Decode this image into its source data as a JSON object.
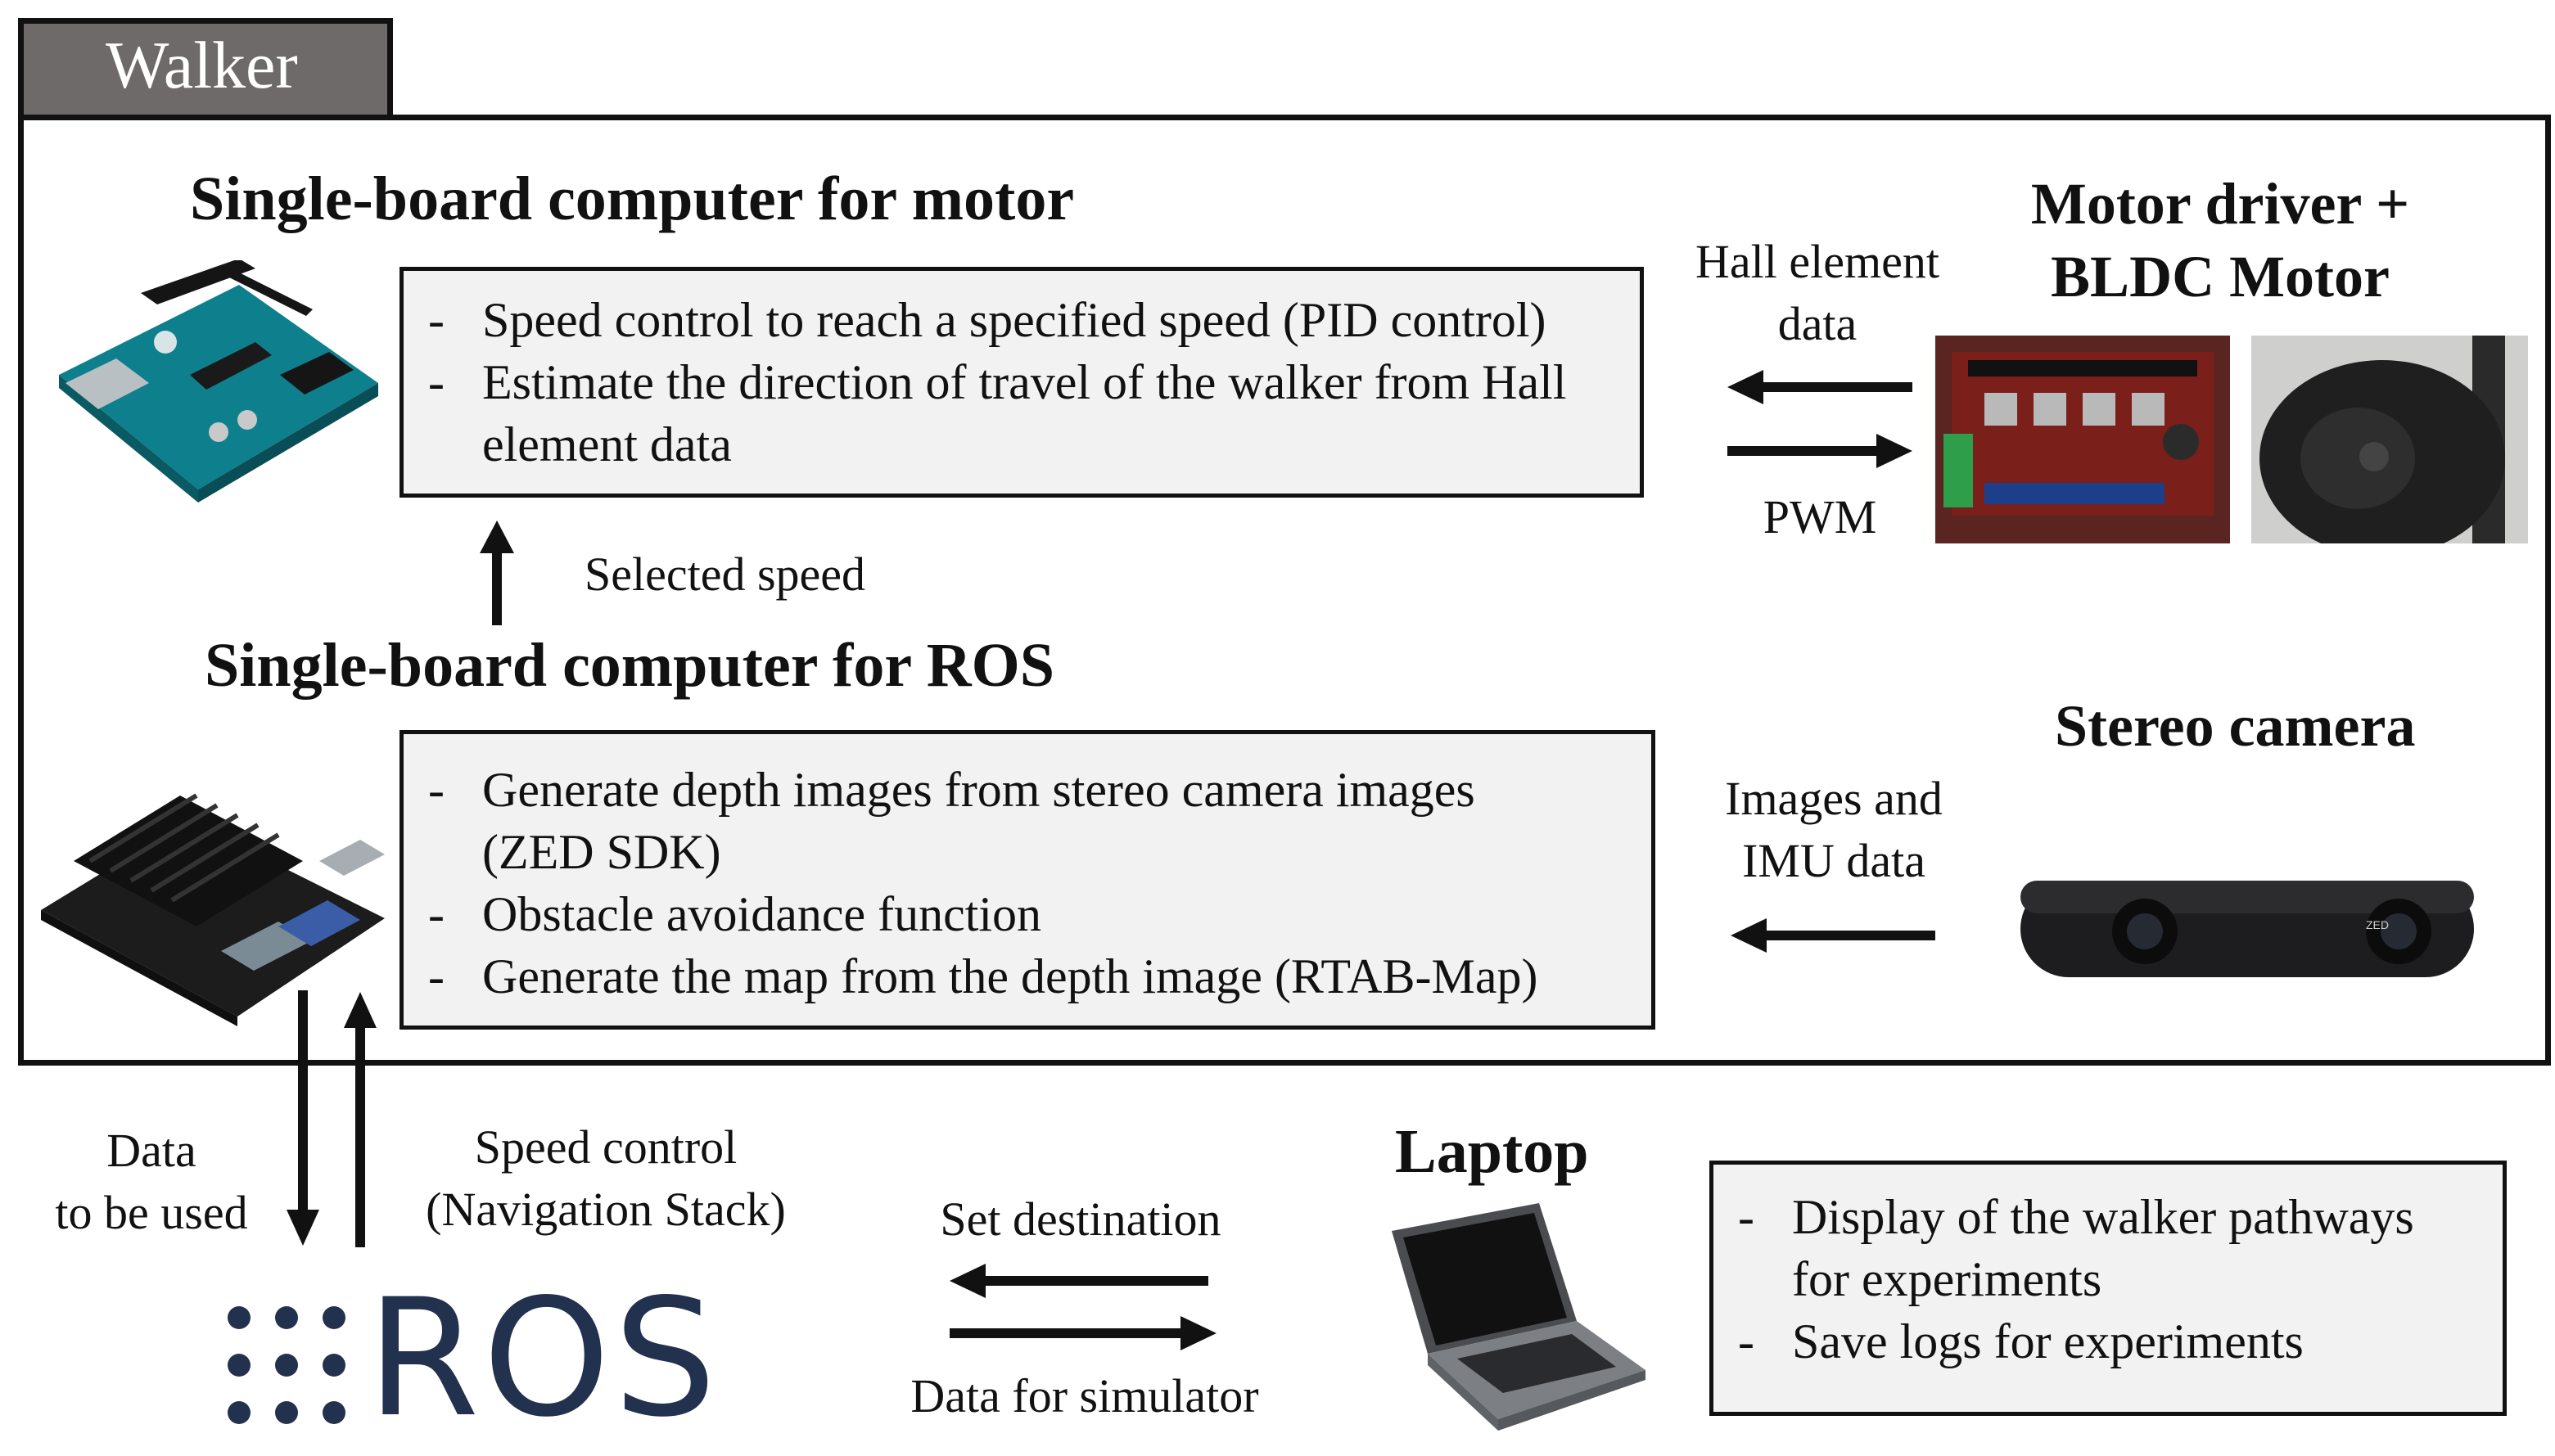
{
  "walker": {
    "tab_label": "Walker",
    "motor_computer": {
      "title": "Single-board computer for motor",
      "items": [
        "Speed control to reach a specified speed (PID control)",
        "Estimate the direction of travel of the walker from Hall element data"
      ]
    },
    "selected_speed_label": "Selected speed",
    "ros_computer": {
      "title": "Single-board computer for ROS",
      "items": [
        "Generate depth images from stereo camera images (ZED SDK)",
        "Obstacle avoidance function",
        "Generate the map from the depth image (RTAB-Map)"
      ]
    },
    "motor_driver": {
      "title_line1": "Motor driver +",
      "title_line2": "BLDC Motor"
    },
    "hall_label_line1": "Hall element",
    "hall_label_line2": "data",
    "pwm_label": "PWM",
    "stereo_camera": {
      "title": "Stereo camera",
      "brand": "ZED"
    },
    "images_label_line1": "Images and",
    "images_label_line2": "IMU data"
  },
  "bottom": {
    "data_label_line1": "Data",
    "data_label_line2": "to be used",
    "speed_label_line1": "Speed control",
    "speed_label_line2": "(Navigation Stack)",
    "ros_logo_text": "ROS",
    "set_destination_label": "Set destination",
    "simulator_label": "Data for simulator",
    "laptop": {
      "title": "Laptop",
      "items": [
        "Display of the walker pathways for experiments",
        "Save logs for experiments"
      ]
    }
  },
  "colors": {
    "tab": "#6e6a69",
    "ros_logo": "#22314e",
    "box_fill": "#f2f2f2"
  }
}
